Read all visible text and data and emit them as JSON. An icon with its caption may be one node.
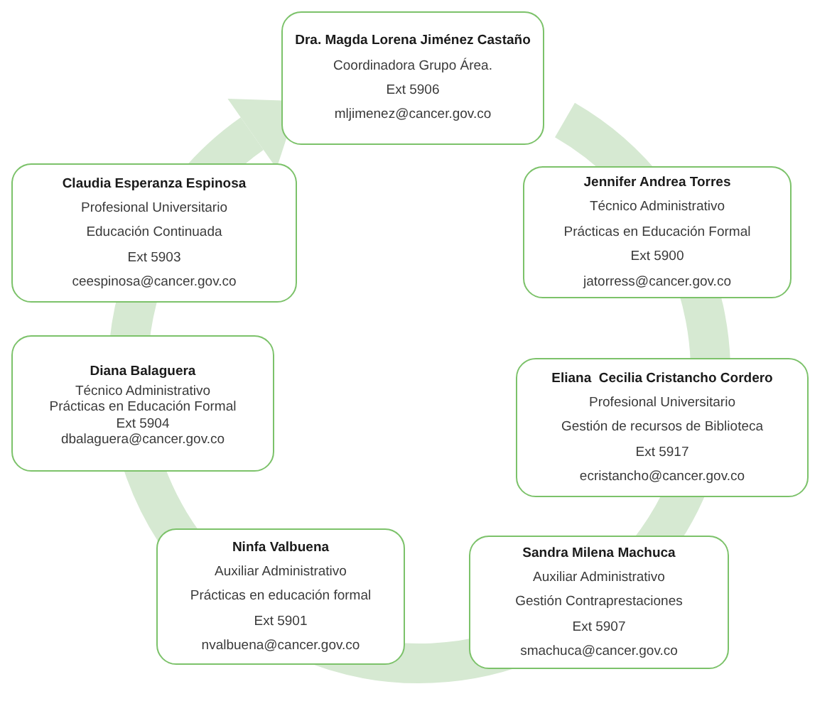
{
  "diagram": {
    "nodes": [
      {
        "text": [
          "Dra. Magda Lorena Jiménez Castaño",
          "Coordinadora Grupo Área.",
          "Ext 5906",
          "mljimenez@cancer.gov.co"
        ]
      },
      {
        "text": [
          "Claudia Esperanza Espinosa",
          "Profesional Universitario",
          "Educación Continuada",
          "Ext 5903",
          "ceespinosa@cancer.gov.co"
        ]
      },
      {
        "text": [
          "Jennifer Andrea Torres",
          "Técnico Administrativo",
          "Prácticas en Educación Formal",
          "Ext 5900",
          "jatorress@cancer.gov.co"
        ]
      },
      {
        "text": [
          "Diana Balaguera",
          "Técnico Administrativo",
          "Prácticas en Educación Formal",
          "Ext 5904",
          "dbalaguera@cancer.gov.co"
        ]
      },
      {
        "text": [
          "Eliana  Cecilia Cristancho Cordero",
          "Profesional Universitario",
          "Gestión de recursos de Biblioteca",
          "Ext 5917",
          "ecristancho@cancer.gov.co"
        ]
      },
      {
        "text": [
          "Ninfa Valbuena",
          "Auxiliar Administrativo",
          "Prácticas en educación formal",
          "Ext 5901",
          "nvalbuena@cancer.gov.co"
        ]
      },
      {
        "text": [
          "Sandra Milena Machuca",
          "Auxiliar Administrativo",
          "Gestión Contraprestaciones",
          "Ext 5907",
          "smachuca@cancer.gov.co"
        ]
      }
    ]
  }
}
